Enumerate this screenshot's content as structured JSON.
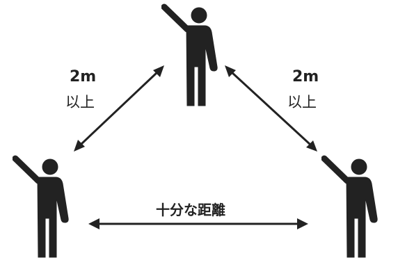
{
  "labels": {
    "top_left_distance": "2m",
    "top_left_sub": "以上",
    "top_right_distance": "2m",
    "top_right_sub": "以上",
    "bottom": "十分な距離"
  },
  "people": [
    {
      "name": "person-top",
      "raised_arm": "left"
    },
    {
      "name": "person-left",
      "raised_arm": "left"
    },
    {
      "name": "person-right",
      "raised_arm": "left"
    }
  ],
  "colors": {
    "figure": "#222222",
    "arrow": "#222222",
    "background": "#ffffff"
  }
}
